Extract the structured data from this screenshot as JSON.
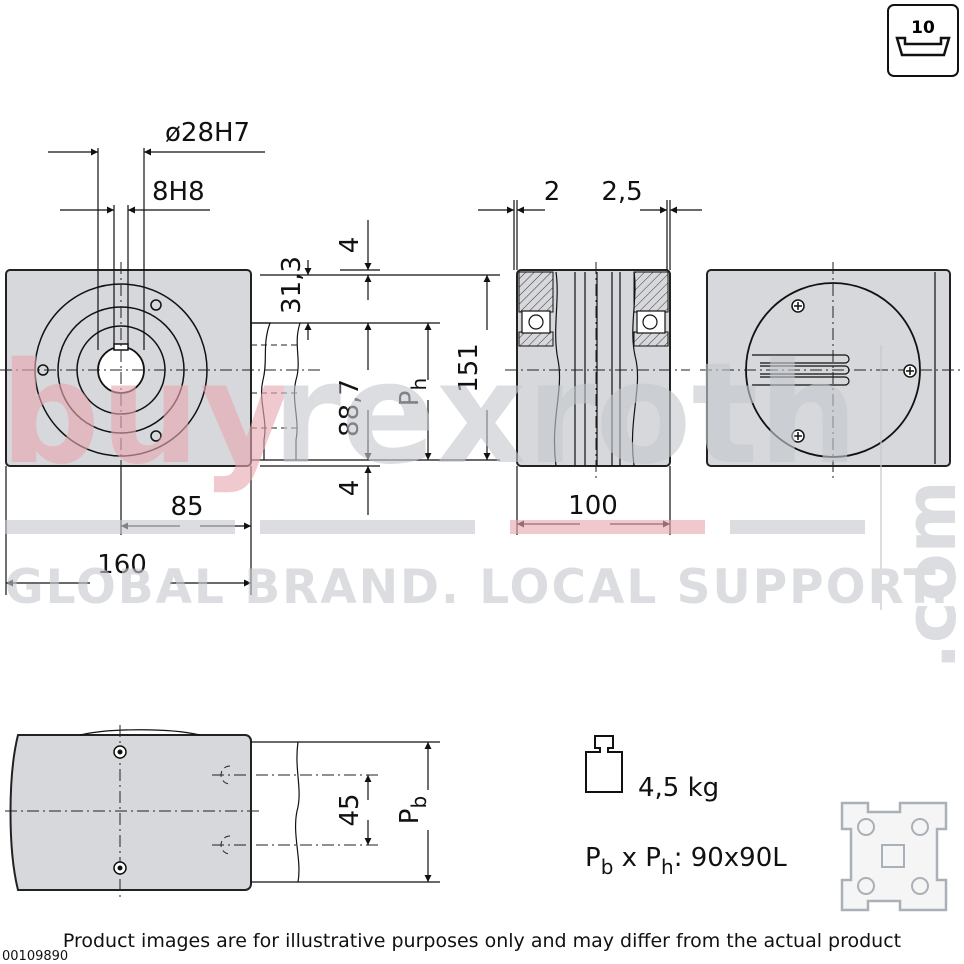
{
  "badge": {
    "label": "10"
  },
  "dimensions": {
    "bore": "ø28H7",
    "keyway": "8H8",
    "gap_left": "2",
    "gap_right": "2,5",
    "top_offset": "4",
    "upper_height": "31,3",
    "lower_height": "88,7",
    "bottom_offset": "4",
    "overall_height": "151",
    "center_offset": "85",
    "overall_width": "160",
    "depth": "100",
    "slot_spacing": "45"
  },
  "labels": {
    "ph_main": "P",
    "ph_sub": "h",
    "pb_main": "P",
    "pb_sub": "b"
  },
  "specs": {
    "weight": "4,5 kg",
    "profile_p": "P",
    "profile_b": "b",
    "profile_x": " x P",
    "profile_h": "h",
    "profile_value": ": 90x90L"
  },
  "watermark": {
    "brand_a": "buy",
    "brand_b": "rexroth",
    "suffix": ".com",
    "tagline": "GLOBAL BRAND.  LOCAL SUPPORT."
  },
  "footer": {
    "disclaimer": "Product images are for illustrative purposes only and may differ from the actual product",
    "product_code": "00109890"
  },
  "colors": {
    "body_fill": "#d6d8db",
    "line": "#111111",
    "watermark_gray": "#c5c8cd",
    "watermark_red": "#e7a9b0"
  }
}
